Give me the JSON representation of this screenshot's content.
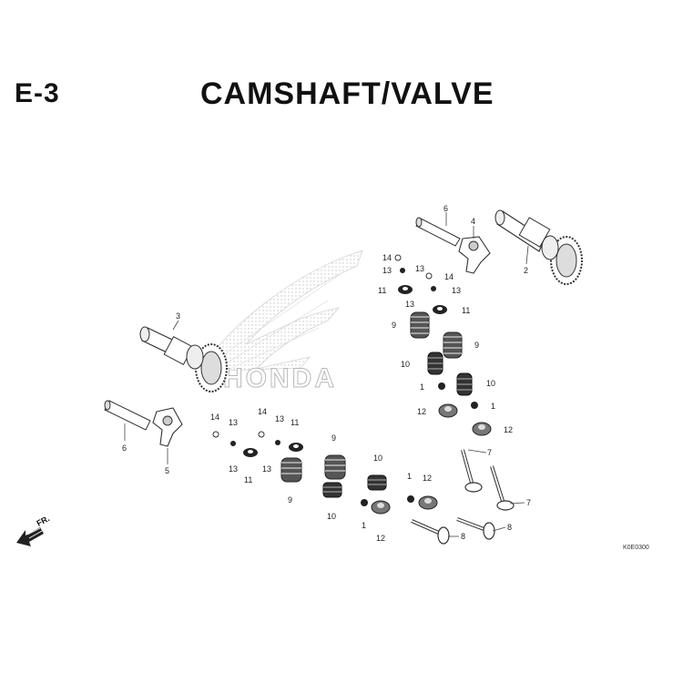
{
  "header": {
    "section_code": "E-3",
    "title": "CAMSHAFT/VALVE"
  },
  "watermark": {
    "text": "HONDA"
  },
  "direction": {
    "label": "FR.",
    "icon": "front-direction-arrow-icon"
  },
  "reference_code": "K0E0300",
  "callouts": [
    {
      "id": "c6a",
      "num": "6"
    },
    {
      "id": "c4",
      "num": "4"
    },
    {
      "id": "c2",
      "num": "2"
    },
    {
      "id": "c14a",
      "num": "14"
    },
    {
      "id": "c13a",
      "num": "13"
    },
    {
      "id": "c13b",
      "num": "13"
    },
    {
      "id": "c14b",
      "num": "14"
    },
    {
      "id": "c11a",
      "num": "11"
    },
    {
      "id": "c13c",
      "num": "13"
    },
    {
      "id": "c13d",
      "num": "13"
    },
    {
      "id": "c11b",
      "num": "11"
    },
    {
      "id": "c9a",
      "num": "9"
    },
    {
      "id": "c9b",
      "num": "9"
    },
    {
      "id": "c10a",
      "num": "10"
    },
    {
      "id": "c10b",
      "num": "10"
    },
    {
      "id": "c1a",
      "num": "1"
    },
    {
      "id": "c1b",
      "num": "1"
    },
    {
      "id": "c12a",
      "num": "12"
    },
    {
      "id": "c12b",
      "num": "12"
    },
    {
      "id": "c3",
      "num": "3"
    },
    {
      "id": "c6b",
      "num": "6"
    },
    {
      "id": "c5",
      "num": "5"
    },
    {
      "id": "c14c",
      "num": "14"
    },
    {
      "id": "c13e",
      "num": "13"
    },
    {
      "id": "c14d",
      "num": "14"
    },
    {
      "id": "c13f",
      "num": "13"
    },
    {
      "id": "c11c",
      "num": "11"
    },
    {
      "id": "c13g",
      "num": "13"
    },
    {
      "id": "c13h",
      "num": "13"
    },
    {
      "id": "c11d",
      "num": "11"
    },
    {
      "id": "c9c",
      "num": "9"
    },
    {
      "id": "c9d",
      "num": "9"
    },
    {
      "id": "c10c",
      "num": "10"
    },
    {
      "id": "c10d",
      "num": "10"
    },
    {
      "id": "c1c",
      "num": "1"
    },
    {
      "id": "c12c",
      "num": "12"
    },
    {
      "id": "c1d",
      "num": "1"
    },
    {
      "id": "c12d",
      "num": "12"
    },
    {
      "id": "c7a",
      "num": "7"
    },
    {
      "id": "c7b",
      "num": "7"
    },
    {
      "id": "c8a",
      "num": "8"
    },
    {
      "id": "c8b",
      "num": "8"
    }
  ]
}
